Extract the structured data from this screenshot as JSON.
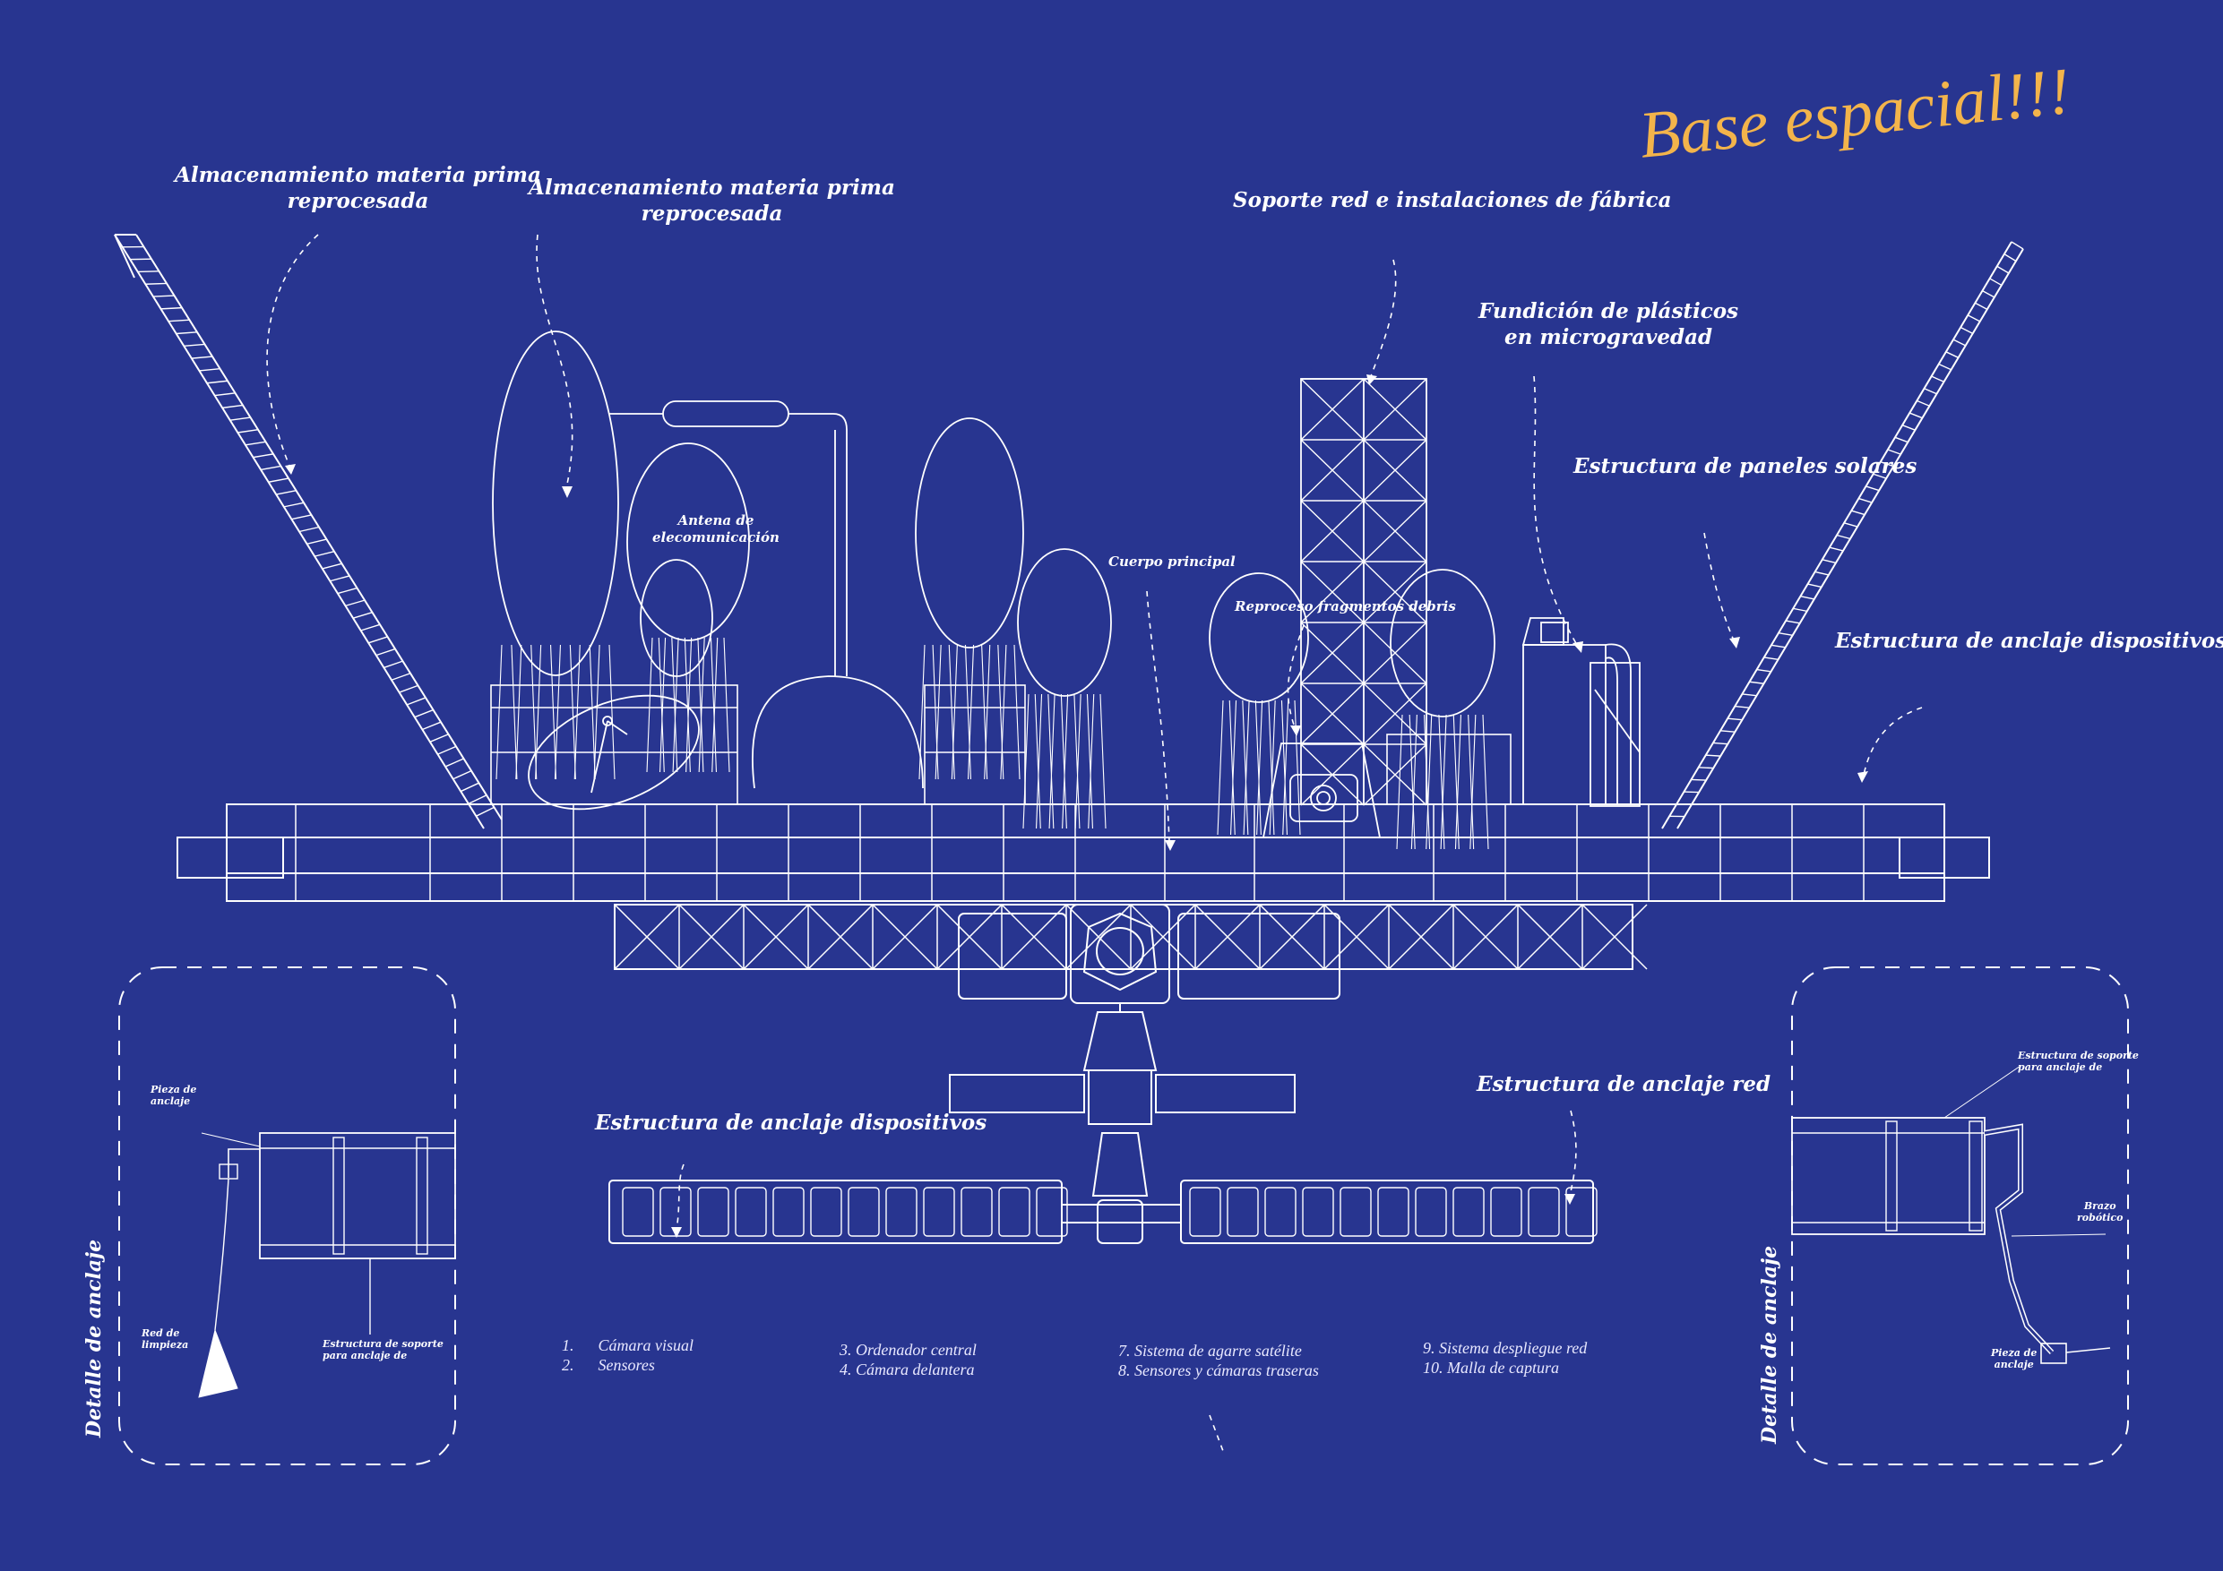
{
  "title": "Base espacial!!!",
  "colors": {
    "background": "#283590",
    "title": "#f3b44b",
    "lines": "#ffffff"
  },
  "labels": {
    "storage_left": [
      "Almacenamiento materia prima",
      "reprocesada"
    ],
    "storage_center": [
      "Almacenamiento materia prima",
      "reprocesada"
    ],
    "antenna": [
      "Antena de",
      "elecomunicación"
    ],
    "main_body": "Cuerpo principal",
    "net_support": "Soporte red e instalaciones de fábrica",
    "plastic_melting": [
      "Fundición de plásticos",
      "en microgravedad"
    ],
    "debris_reprocess": "Reproceso fragmentos debris",
    "solar_structure": "Estructura de paneles solares",
    "device_anchor_right": "Estructura de anclaje dispositivos",
    "device_anchor_bottom": "Estructura de anclaje dispositivos",
    "net_anchor": "Estructura de anclaje red"
  },
  "legend": {
    "col1": [
      "1.      Cámara visual",
      "2.      Sensores"
    ],
    "col2": [
      "3. Ordenador central",
      "4. Cámara delantera"
    ],
    "col3": [
      "7. Sistema de agarre satélite",
      "8. Sensores y cámaras traseras"
    ],
    "col4": [
      "9. Sistema despliegue red",
      "10. Malla de captura"
    ]
  },
  "detail_left": {
    "title": "Detalle de anclaje",
    "anchor_piece": [
      "Pieza de",
      "anclaje"
    ],
    "cleaning_net": [
      "Red de",
      "limpieza"
    ],
    "support_structure": [
      "Estructura de soporte",
      "para anclaje de"
    ]
  },
  "detail_right": {
    "title": "Detalle de anclaje",
    "support_structure": [
      "Estructura de soporte",
      "para anclaje de"
    ],
    "robot_arm": [
      "Brazo",
      "robótico"
    ],
    "anchor_piece": [
      "Pieza de",
      "anclaje"
    ]
  }
}
